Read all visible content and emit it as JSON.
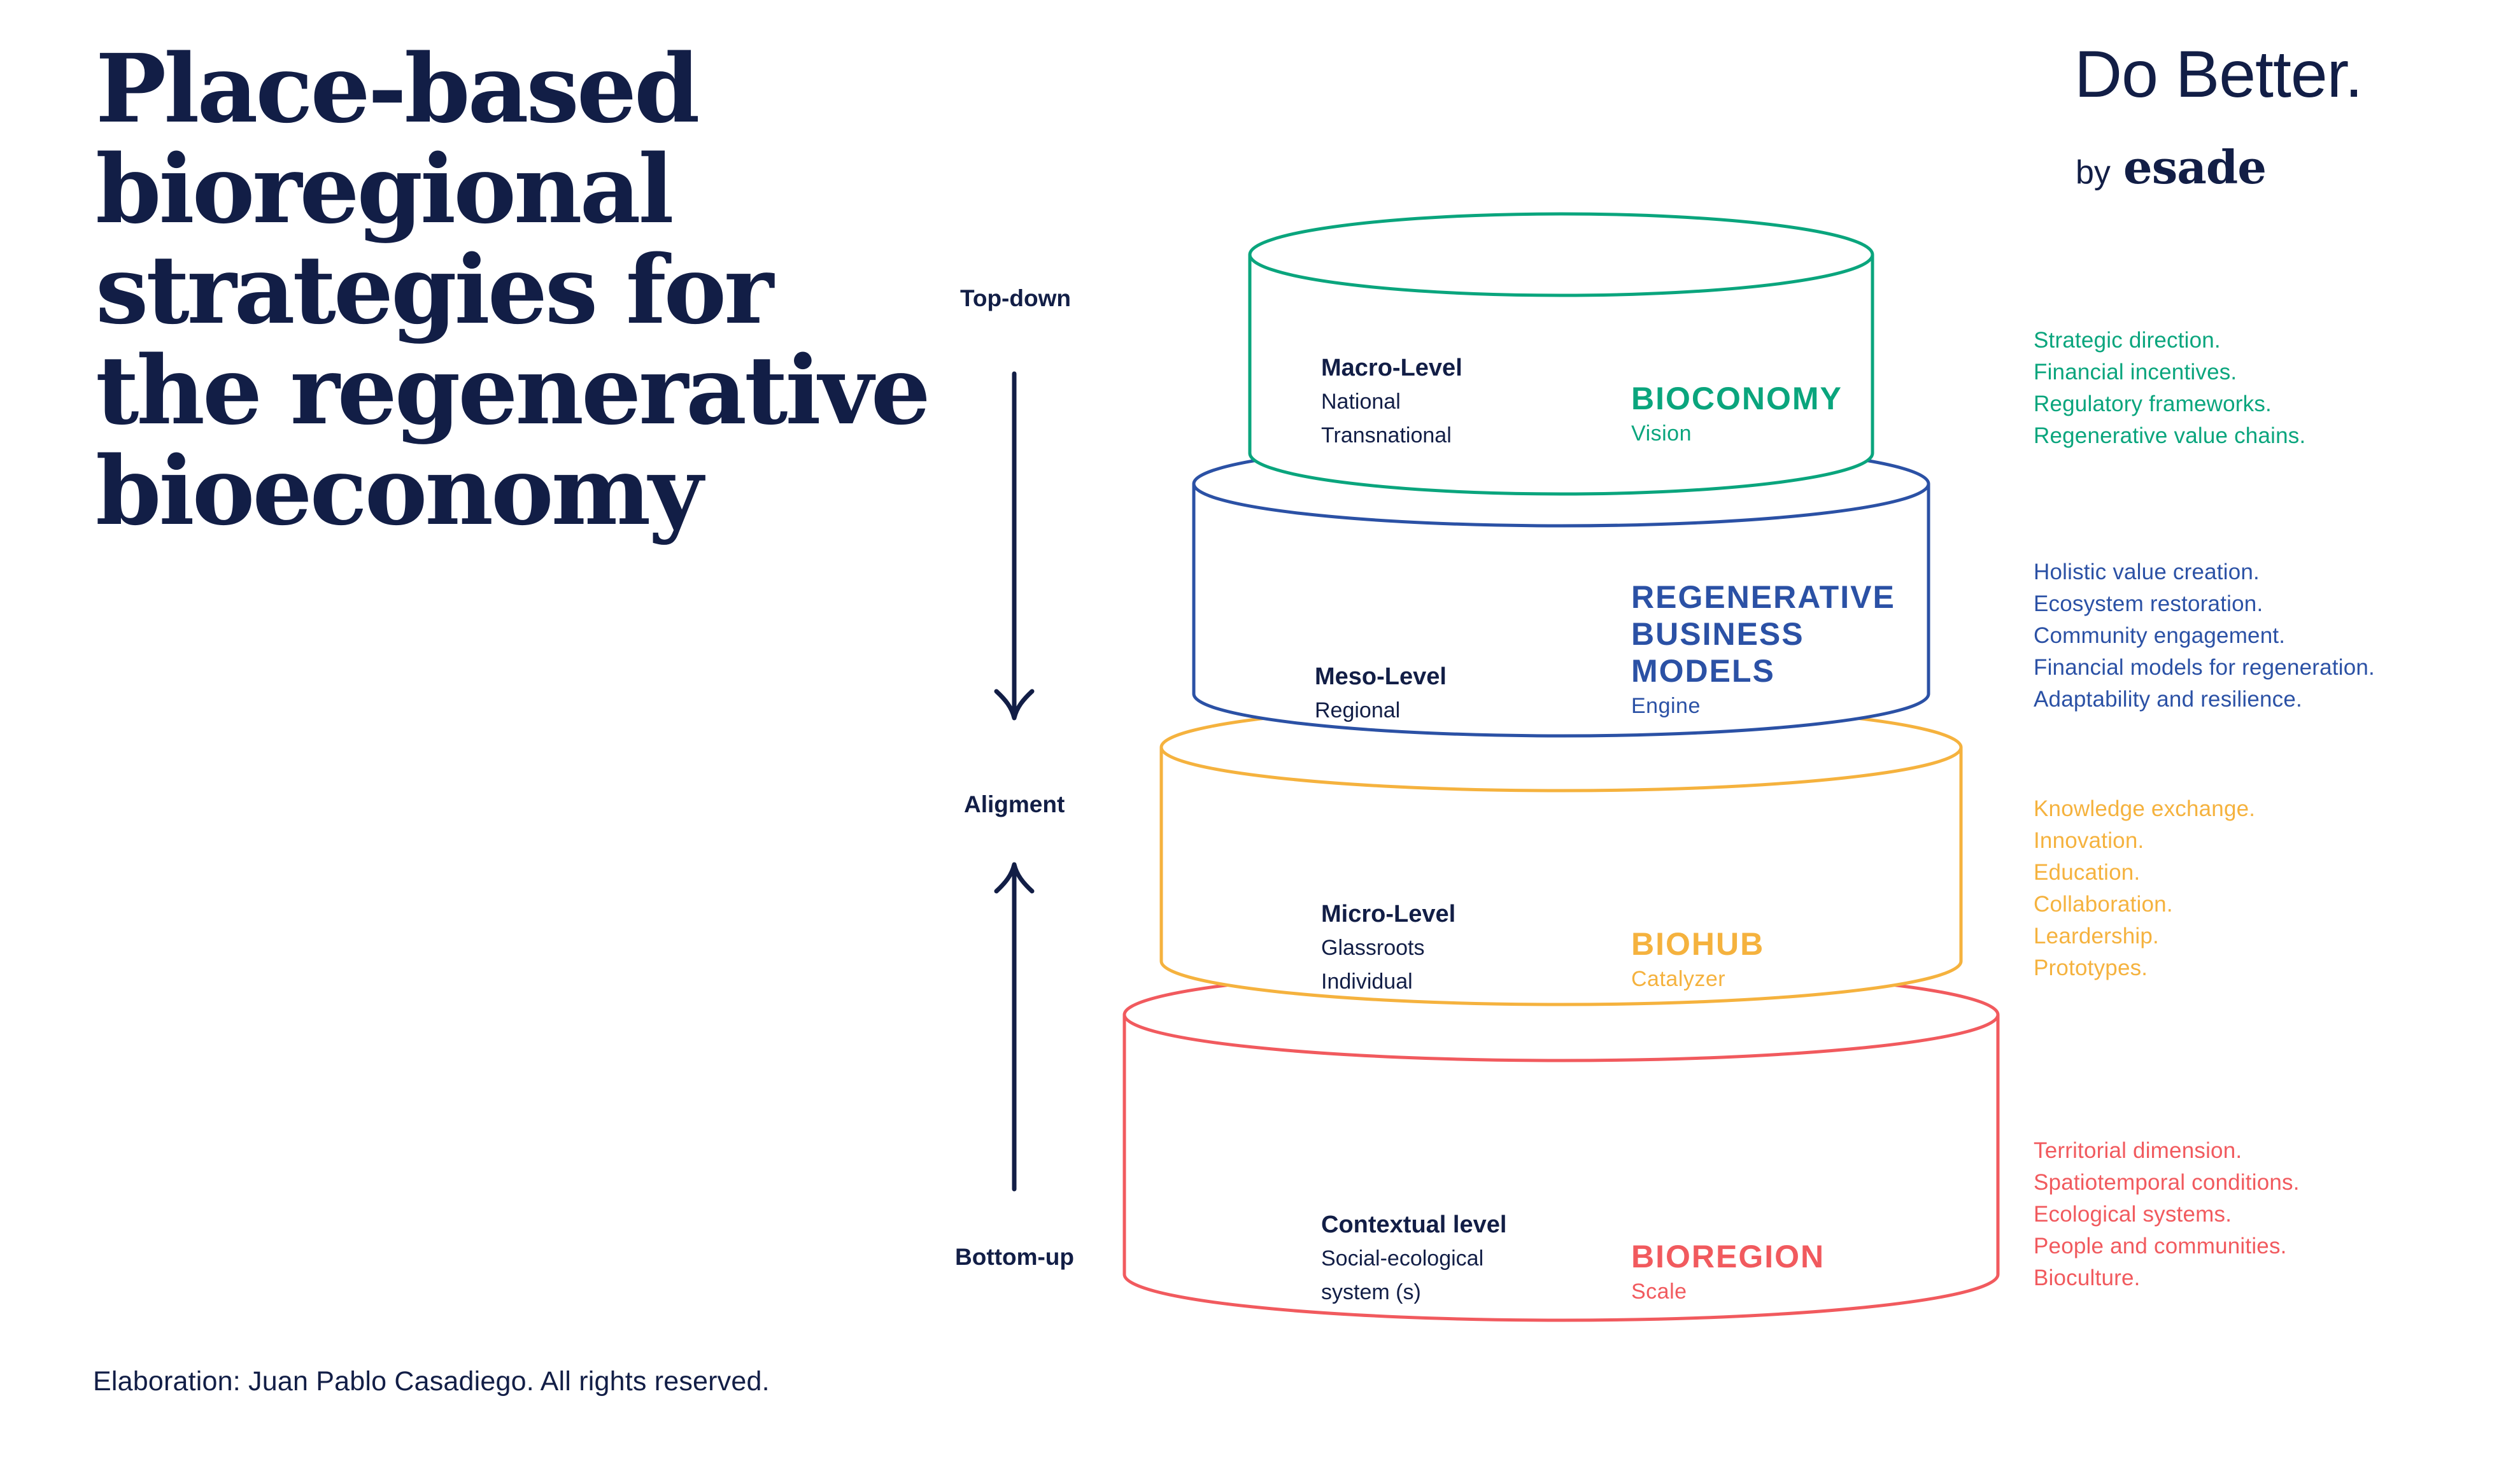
{
  "title": {
    "line1": "Place-based",
    "line2": "bioregional",
    "line3": "strategies for",
    "line4": "the regenerative",
    "line5": "bioeconomy"
  },
  "brand": {
    "wordmark": "Do Better.",
    "byline_prefix": "by",
    "byline_brand": "esade"
  },
  "flow": {
    "top_down": "Top-down",
    "alignment": "Aligment",
    "bottom_up": "Bottom-up"
  },
  "footer": {
    "credit": "Elaboration: Juan Pablo Casadiego. All rights reserved."
  },
  "colors": {
    "navy": "#121E46",
    "green": "#0AA57D",
    "blue": "#2B51A5",
    "yellow": "#F5B23E",
    "red": "#F15A5E",
    "background": "#FFFFFF"
  },
  "levels": [
    {
      "name": "macro",
      "accent": "#0AA57D",
      "level_label": "Macro-Level",
      "scope_lines": [
        "National",
        "Transnational"
      ],
      "concept_lines": [
        "BIOCONOMY"
      ],
      "concept_role": "Vision",
      "annotations": [
        "Strategic direction.",
        "Financial incentives.",
        "Regulatory frameworks.",
        "Regenerative value chains."
      ]
    },
    {
      "name": "meso",
      "accent": "#2B51A5",
      "level_label": "Meso-Level",
      "scope_lines": [
        "Regional"
      ],
      "concept_lines": [
        "REGENERATIVE",
        "BUSINESS",
        "MODELS"
      ],
      "concept_role": "Engine",
      "annotations": [
        "Holistic value creation.",
        "Ecosystem restoration.",
        "Community engagement.",
        "Financial models for regeneration.",
        "Adaptability and resilience."
      ]
    },
    {
      "name": "micro",
      "accent": "#F5B23E",
      "level_label": "Micro-Level",
      "scope_lines": [
        "Glassroots",
        "Individual"
      ],
      "concept_lines": [
        "BIOHUB"
      ],
      "concept_role": "Catalyzer",
      "annotations": [
        "Knowledge exchange.",
        "Innovation.",
        "Education.",
        "Collaboration.",
        "Leardership.",
        "Prototypes."
      ]
    },
    {
      "name": "contextual",
      "accent": "#F15A5E",
      "level_label": "Contextual level",
      "scope_lines": [
        "Social-ecological",
        "system (s)"
      ],
      "concept_lines": [
        "BIOREGION"
      ],
      "concept_role": "Scale",
      "annotations": [
        "Territorial dimension.",
        "Spatiotemporal conditions.",
        "Ecological systems.",
        "People and communities.",
        "Bioculture."
      ]
    }
  ]
}
